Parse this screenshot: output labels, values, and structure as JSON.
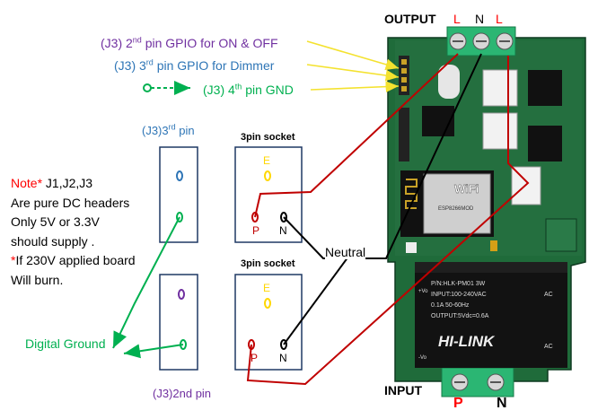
{
  "colors": {
    "purple": "#7030A0",
    "blue": "#2E75B6",
    "green": "#00B050",
    "red": "#FF0000",
    "dark_red": "#C00000",
    "black": "#000000",
    "yellow": "#FFD700",
    "pcb": "#1f6b3a",
    "socket_border": "#1F3864"
  },
  "header": {
    "output": "OUTPUT",
    "output_pins": [
      "L",
      "N",
      "L"
    ],
    "input": "INPUT",
    "input_pins": [
      "P",
      "N"
    ]
  },
  "pins": {
    "pin2": {
      "prefix": "(J3) 2",
      "sup": "nd",
      "suffix": "  pin GPIO for ON & OFF"
    },
    "pin3": {
      "prefix": "(J3) 3",
      "sup": "rd",
      "suffix": "  pin GPIO for Dimmer"
    },
    "pin4": {
      "prefix": "(J3) 4",
      "sup": "th",
      "suffix": " pin GND"
    }
  },
  "sockets": {
    "top_title": "3pin socket",
    "bottom_title": "3pin socket",
    "earth": "E",
    "phase": "P",
    "neutral": "N"
  },
  "labels": {
    "j3_3rd_prefix": "(J3)3",
    "j3_3rd_sup": "rd",
    "j3_3rd_suffix": " pin",
    "j3_2nd": "(J3)2nd pin",
    "neutral": "Neutral",
    "digital_ground": "Digital Ground"
  },
  "note": {
    "head": "Note*",
    "line1": " J1,J2,J3",
    "line2": "Are pure DC headers",
    "line3": "Only 5V or 3.3V",
    "line4": "should supply .",
    "warn_mark": "*",
    "line5": "If 230V applied board",
    "line6": "Will burn."
  },
  "board": {
    "wifi_module": "WiFi",
    "esp_id": "ESP8266MOD",
    "hlk_brand": "HI-LINK",
    "hlk_model": "P/N:HLK-PM01 3W",
    "hlk_input": "INPUT:100-240VAC",
    "hlk_current": "0.1A 50-60Hz",
    "hlk_output": "OUTPUT:5Vdc=0.6A",
    "hlk_ac": "AC",
    "hlk_vo_pos": "+Vo",
    "hlk_vo_neg": "-Vo"
  }
}
